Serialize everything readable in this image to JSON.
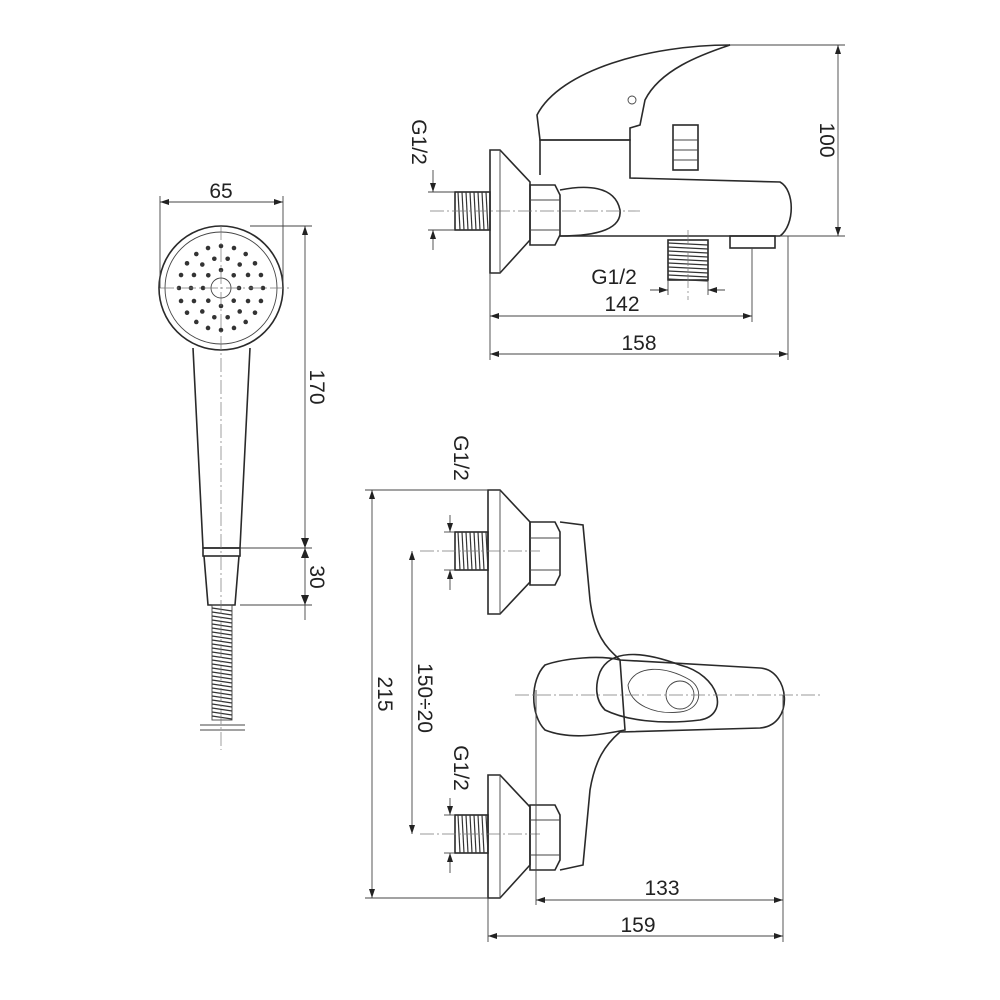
{
  "dimensions": {
    "handset_width": "65",
    "handset_height": "170",
    "handset_neck": "30",
    "top_inlet_thread": "G1/2",
    "top_height": "100",
    "top_outlet_thread": "G1/2",
    "top_outlet_distance": "142",
    "top_total_length": "158",
    "front_upper_thread": "G1/2",
    "front_lower_thread": "G1/2",
    "front_center_distance": "150÷20",
    "front_total_height": "215",
    "front_lever_length": "133",
    "front_total_length": "159"
  },
  "colors": {
    "line": "#2a2a2a",
    "background": "#ffffff"
  }
}
